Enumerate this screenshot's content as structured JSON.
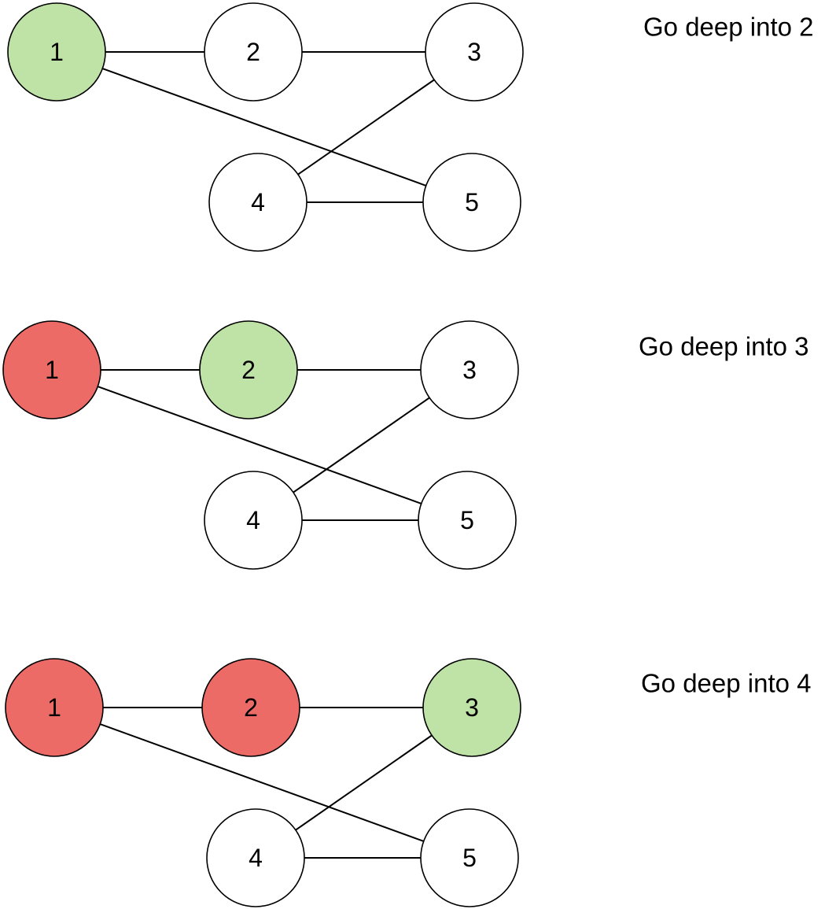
{
  "colors": {
    "current": "#bfe3a6",
    "visited": "#ec6b66",
    "unvisited": "#ffffff",
    "stroke": "#000000"
  },
  "edges": [
    [
      1,
      2
    ],
    [
      2,
      3
    ],
    [
      1,
      5
    ],
    [
      3,
      4
    ],
    [
      4,
      5
    ]
  ],
  "panels": [
    {
      "caption": "Go deep into 2",
      "nodes": [
        {
          "id": 1,
          "label": "1",
          "state": "current"
        },
        {
          "id": 2,
          "label": "2",
          "state": "unvisited"
        },
        {
          "id": 3,
          "label": "3",
          "state": "unvisited"
        },
        {
          "id": 4,
          "label": "4",
          "state": "unvisited"
        },
        {
          "id": 5,
          "label": "5",
          "state": "unvisited"
        }
      ]
    },
    {
      "caption": "Go deep into 3",
      "nodes": [
        {
          "id": 1,
          "label": "1",
          "state": "visited"
        },
        {
          "id": 2,
          "label": "2",
          "state": "current"
        },
        {
          "id": 3,
          "label": "3",
          "state": "unvisited"
        },
        {
          "id": 4,
          "label": "4",
          "state": "unvisited"
        },
        {
          "id": 5,
          "label": "5",
          "state": "unvisited"
        }
      ]
    },
    {
      "caption": "Go deep into 4",
      "nodes": [
        {
          "id": 1,
          "label": "1",
          "state": "visited"
        },
        {
          "id": 2,
          "label": "2",
          "state": "visited"
        },
        {
          "id": 3,
          "label": "3",
          "state": "current"
        },
        {
          "id": 4,
          "label": "4",
          "state": "unvisited"
        },
        {
          "id": 5,
          "label": "5",
          "state": "unvisited"
        }
      ]
    }
  ]
}
